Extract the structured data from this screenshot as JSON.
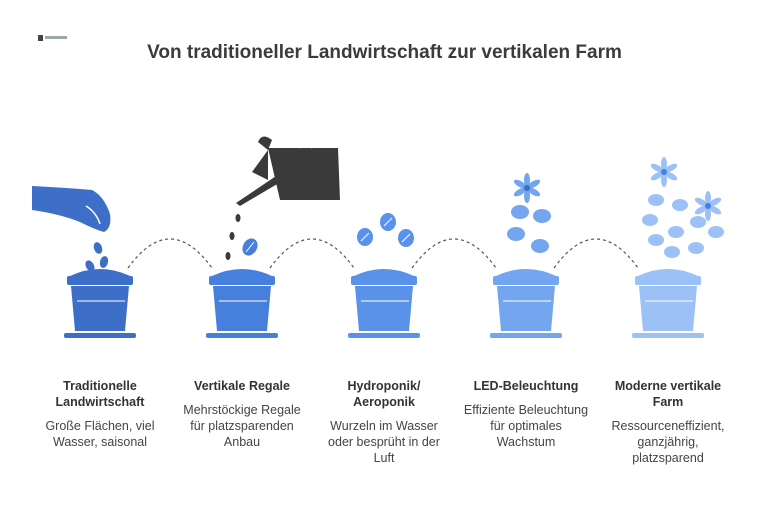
{
  "title": "Von traditioneller Landwirtschaft zur vertikalen Farm",
  "steps": [
    {
      "heading": "Traditionelle Landwirtschaft",
      "description": "Große Flächen, viel Wasser, saisonal"
    },
    {
      "heading": "Vertikale Regale",
      "description": "Mehrstöckige Regale für platzsparenden Anbau"
    },
    {
      "heading": "Hydroponik/ Aeroponik",
      "description": "Wurzeln im Wasser oder besprüht in der Luft"
    },
    {
      "heading": "LED-Beleuchtung",
      "description": "Effiziente Beleuchtung für optimales Wachstum"
    },
    {
      "heading": "Moderne vertikale Farm",
      "description": "Ressourceneffizient, ganzjährig, platzsparend"
    }
  ],
  "colors": {
    "pot1": "#3d6fc9",
    "pot2": "#4680dc",
    "pot3": "#5a92ea",
    "pot4": "#74a6f0",
    "pot5": "#9cc1f7",
    "leaf": "#5b8fe6",
    "flower": "#6fa0ef",
    "can": "#3a3a3a",
    "arc": "#555555"
  },
  "icons": [
    "hand-with-seeds-icon",
    "watering-can-icon",
    "sprout-icon",
    "leaves-icon",
    "flower-icon"
  ]
}
